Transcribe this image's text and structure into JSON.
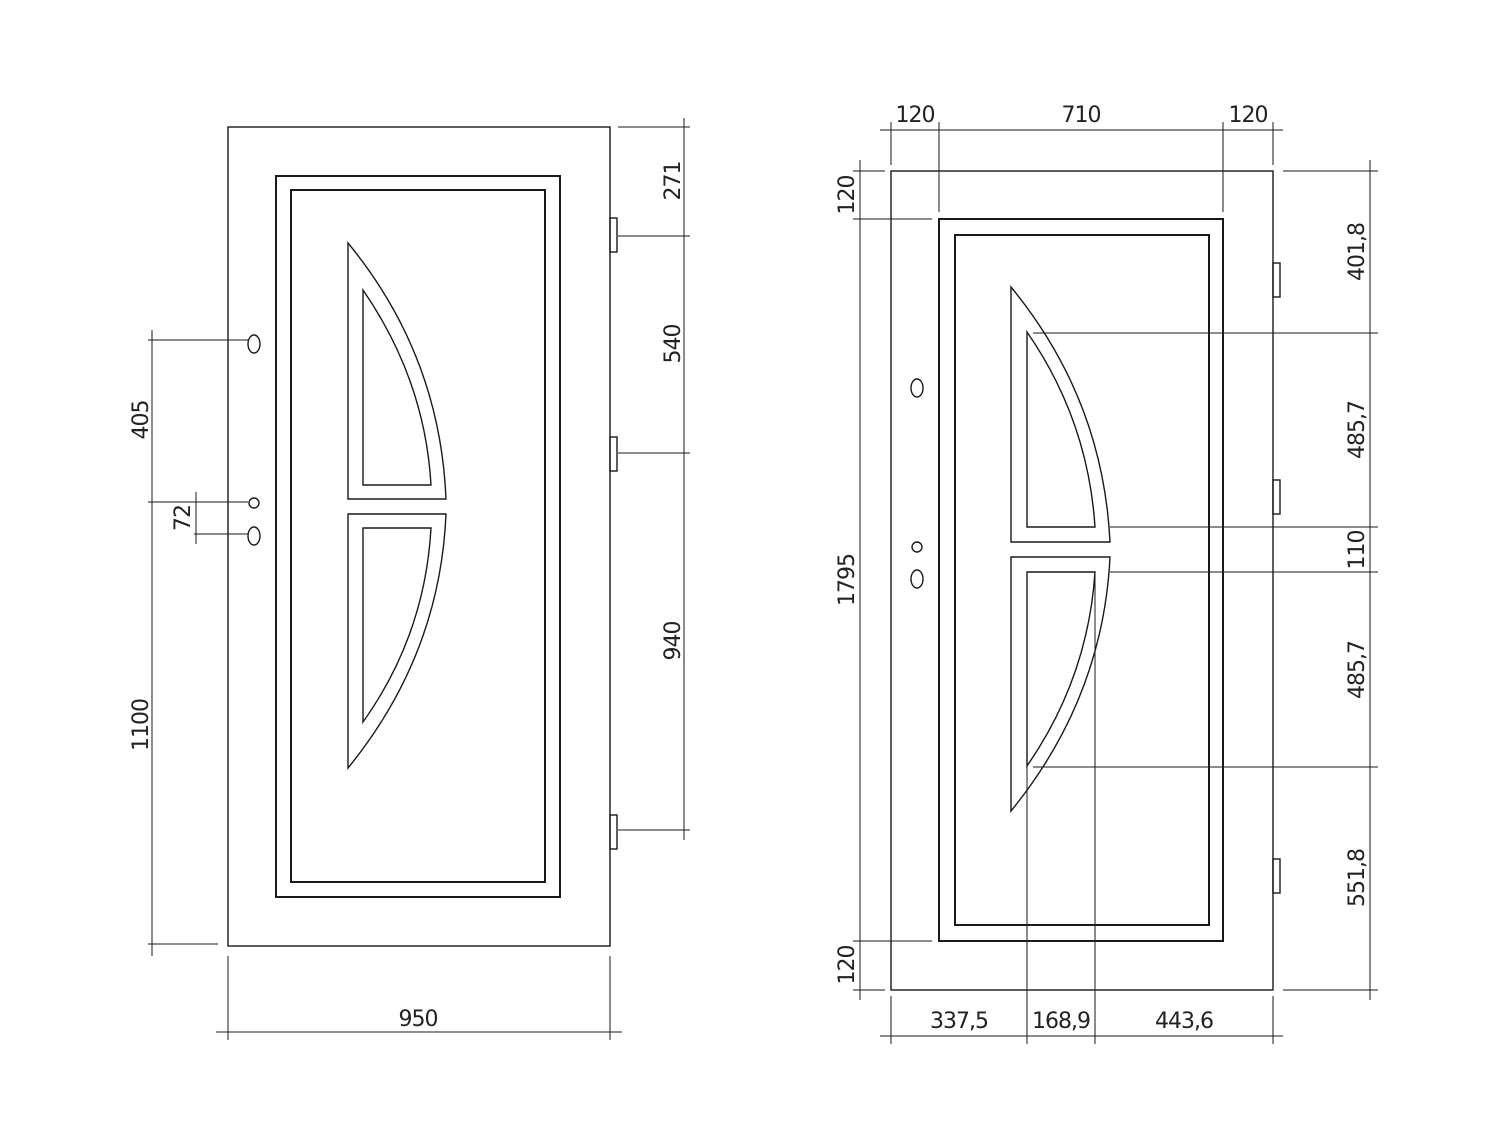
{
  "left_door": {
    "width_total": "950",
    "handle_offset_a": "405",
    "handle_spacing": "72",
    "handle_height": "1100",
    "hinge_top": "271",
    "hinge_gap_1": "540",
    "hinge_gap_2": "940"
  },
  "right_door": {
    "frame_left": "120",
    "frame_mid": "710",
    "frame_right": "120",
    "frame_top": "120",
    "frame_bottom": "120",
    "height_total": "1795",
    "right_1": "401,8",
    "right_2": "485,7",
    "right_3": "110",
    "right_4": "485,7",
    "right_5": "551,8",
    "bottom_1": "337,5",
    "bottom_2": "168,9",
    "bottom_3": "443,6"
  }
}
